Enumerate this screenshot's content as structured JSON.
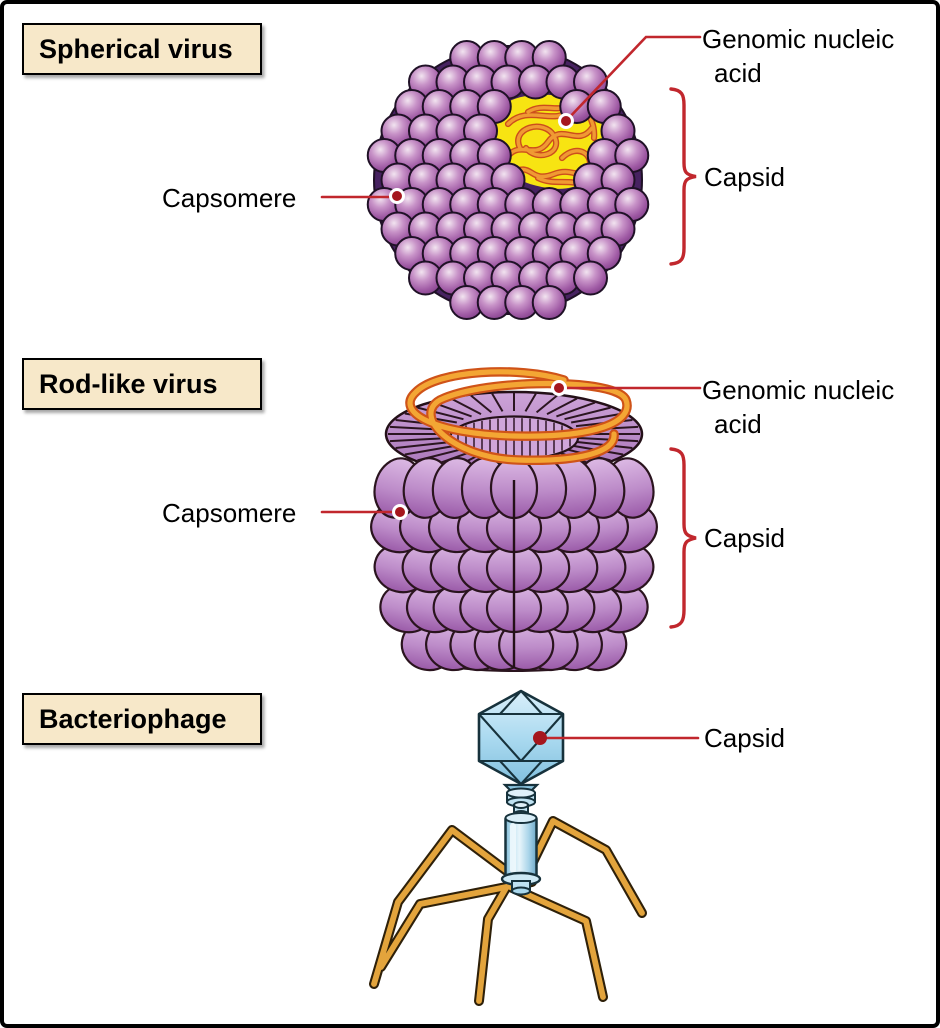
{
  "figure": {
    "background": "#ffffff",
    "frame_color": "#000000"
  },
  "colors": {
    "leader_red": "#c1272d",
    "dot_red": "#a5161d",
    "label_box_fill": "#f7e8c9",
    "capsomere_purple": "#9b4f9b",
    "rod_purple": "#b07cc0",
    "nucleic_acid_orange": "#f09a33",
    "nucleic_acid_field_yellow": "#f7e412",
    "phage_blue": "#a9d7ec",
    "leg_gold": "#e3a43c",
    "text_color": "#000000"
  },
  "sections": {
    "spherical": {
      "title": "Spherical virus",
      "capsomere_label": "Capsomere",
      "genomic_label_line1": "Genomic nucleic",
      "genomic_label_line2": "acid",
      "capsid_label": "Capsid"
    },
    "rodlike": {
      "title": "Rod-like virus",
      "capsomere_label": "Capsomere",
      "genomic_label_line1": "Genomic nucleic",
      "genomic_label_line2": "acid",
      "capsid_label": "Capsid"
    },
    "bacteriophage": {
      "title": "Bacteriophage",
      "capsid_label": "Capsid"
    }
  }
}
